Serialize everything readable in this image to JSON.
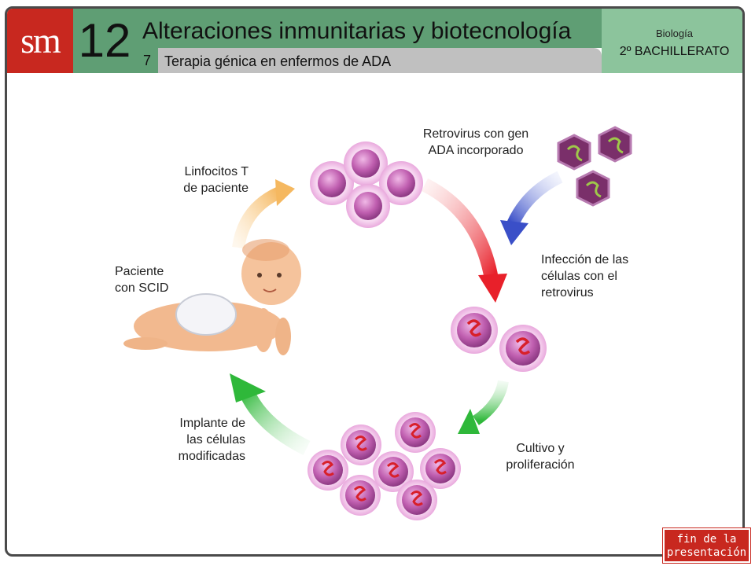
{
  "header": {
    "logo": "sm",
    "unit_number": "12",
    "title": "Alteraciones inmunitarias y biotecnología",
    "section_number": "7",
    "section_title": "Terapia génica en enfermos de ADA",
    "subject": "Biología",
    "level": "2º BACHILLERATO"
  },
  "diagram": {
    "labels": {
      "retrovirus": [
        "Retrovirus con gen",
        "ADA incorporado"
      ],
      "t_cells": [
        "Linfocitos T",
        "de paciente"
      ],
      "patient": [
        "Paciente",
        "con SCID"
      ],
      "infection": [
        "Infección de las",
        "células con el",
        "retrovirus"
      ],
      "culture": [
        "Cultivo y",
        "proliferación"
      ],
      "implant": [
        "Implante de",
        "las células",
        "modificadas"
      ]
    },
    "colors": {
      "cell": "#c05fb0",
      "cell_halo": "#f3cdeb",
      "arrow_red": "#e8202a",
      "arrow_blue": "#3a4fc8",
      "arrow_green": "#2fb83a",
      "arrow_orange": "#f5b860",
      "virus": "#7a2f6a"
    }
  },
  "footer": {
    "end_button_line1": "fin de la",
    "end_button_line2": "presentación"
  }
}
